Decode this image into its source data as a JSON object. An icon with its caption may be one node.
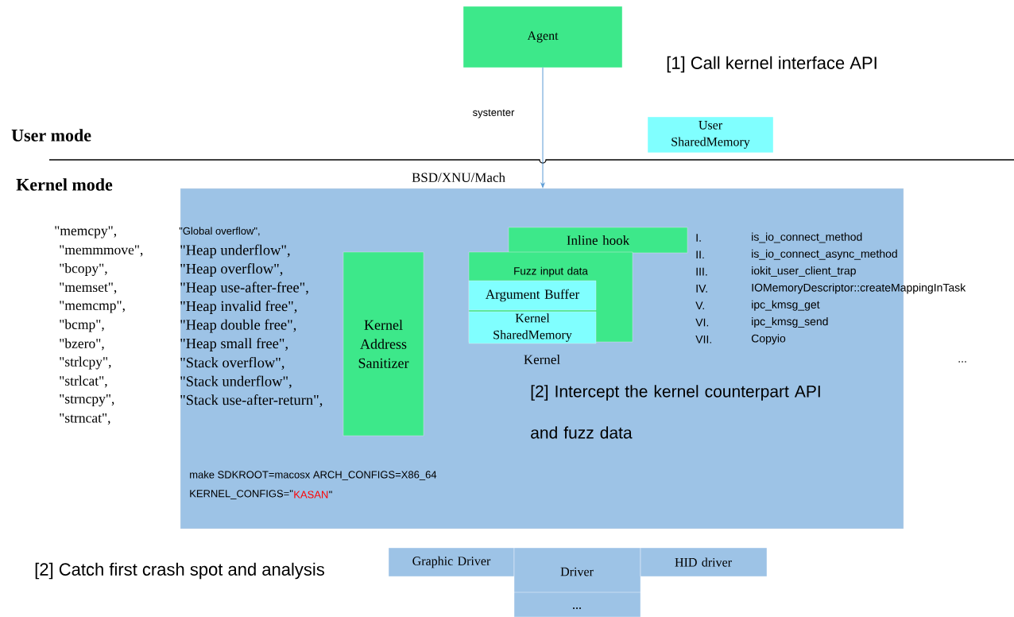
{
  "diagram": {
    "nodes": [
      {
        "text": [
          "Agent"
        ]
      },
      {
        "text": [
          "User SharedMemory"
        ]
      },
      {
        "text": [
          "BSD/XNU/Mach"
        ]
      },
      {
        "text": [
          "Kernel Address Sanitizer"
        ],
        "in": 2
      },
      {
        "text": [
          "Inline hook"
        ],
        "in": 2
      },
      {
        "text": [
          "Fuzz input data"
        ],
        "in": 2,
        "beside": [
          "Kernel"
        ]
      },
      {
        "text": [
          "Argument Buffer"
        ],
        "in": 5
      },
      {
        "text": [
          "Kernel SharedMemory"
        ],
        "in": 5
      },
      {
        "text": [
          "Graphic Driver"
        ]
      },
      {
        "text": [
          "Driver"
        ]
      },
      {
        "text": [
          "HID driver"
        ]
      },
      {
        "text": [
          "..."
        ]
      }
    ],
    "edges": [
      {
        "from": 0,
        "to": 2,
        "arrow": "to",
        "label": "systenter",
        "color": "#5b9bd5"
      }
    ],
    "labels": [
      "[1] Call kernel interface API",
      "User mode",
      "Kernel mode",
      "\"memcpy\",",
      "\"memmmove\",",
      "\"bcopy\",",
      "\"memset\",",
      "\"memcmp\",",
      "\"bcmp\",",
      "\"bzero\",",
      "\"strlcpy\",",
      "\"strlcat\",",
      "\"strncpy\",",
      "\"strncat\",",
      "\"Global overflow\",",
      "\"Heap underflow\",",
      "\"Heap overflow\",",
      "\"Heap use-after-free\",",
      "\"Heap invalid free\",",
      "\"Heap double free\",",
      "\"Heap small free\",",
      "\"Stack overflow\",",
      "\"Stack underflow\",",
      "\"Stack use-after-return\",",
      "I.",
      "is_io_connect_method",
      "II.",
      "is_io_connect_async_method",
      "III.",
      "iokit_user_client_trap",
      "IV.",
      "IOMemoryDescriptor::createMappingInTask",
      "V.",
      "ipc_kmsg_get",
      "VI.",
      "ipc_kmsg_send",
      "VII.",
      "Copyio",
      "...",
      "[2] Intercept the kernel counterpart API and fuzz data",
      "make SDKROOT=macosx ARCH_CONFIGS=X86_64",
      "KERNEL_CONFIGS=\"",
      "KASAN",
      "\"",
      "[2] Catch first crash spot and analysis"
    ]
  }
}
